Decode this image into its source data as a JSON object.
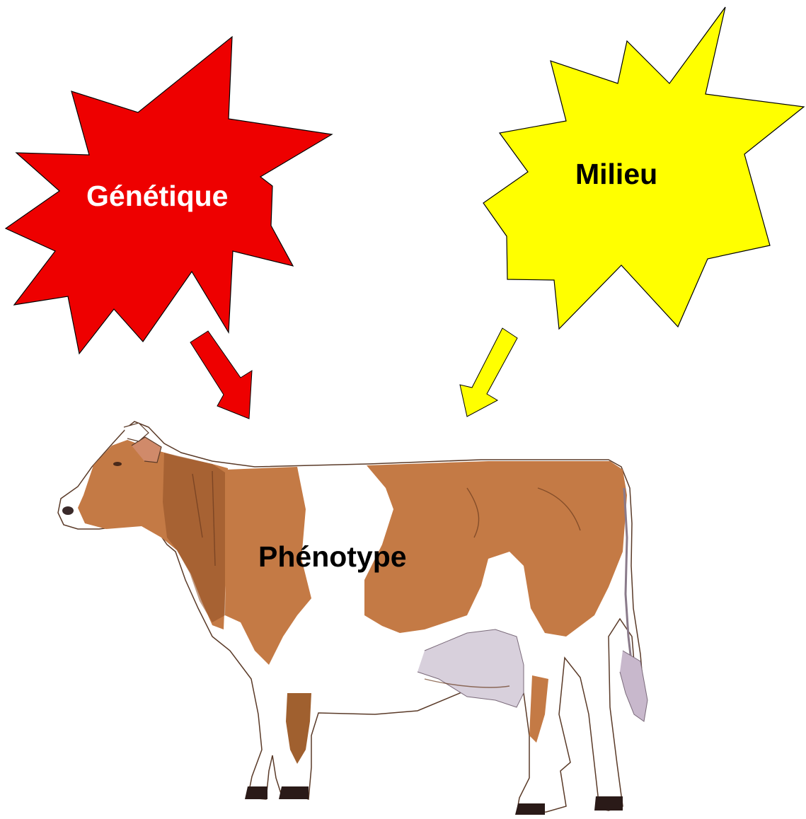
{
  "diagram": {
    "genetics": {
      "label": "Génétique",
      "color": "#ee0000",
      "text_color": "#ffffff"
    },
    "environment": {
      "label": "Milieu",
      "color": "#ffff00",
      "text_color": "#000000"
    },
    "phenotype": {
      "label": "Phénotype",
      "text_color": "#000000"
    },
    "cow_colors": {
      "coat": "#c47a45",
      "coat_dark": "#8f4f24",
      "white": "#ffffff",
      "outline": "#5a3a28",
      "udder": "#d8d0dc",
      "hoof": "#2a1a18"
    }
  }
}
